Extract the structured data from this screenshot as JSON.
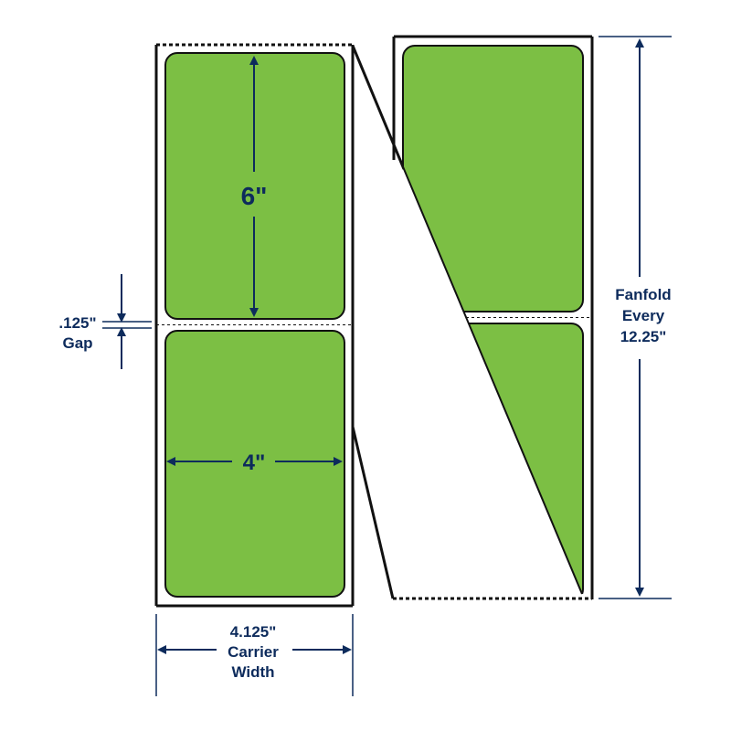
{
  "colors": {
    "label_fill": "#7cbf44",
    "outline": "#111111",
    "dimension": "#0d2b5c",
    "background": "#ffffff"
  },
  "labels": {
    "height": "6\"",
    "width": "4\"",
    "gap_value": ".125\"",
    "gap_word": "Gap",
    "carrier_width_value": "4.125\"",
    "carrier_word": "Carrier",
    "width_word": "Width",
    "fanfold_line1": "Fanfold",
    "fanfold_line2": "Every",
    "fanfold_line3": "12.25\""
  }
}
